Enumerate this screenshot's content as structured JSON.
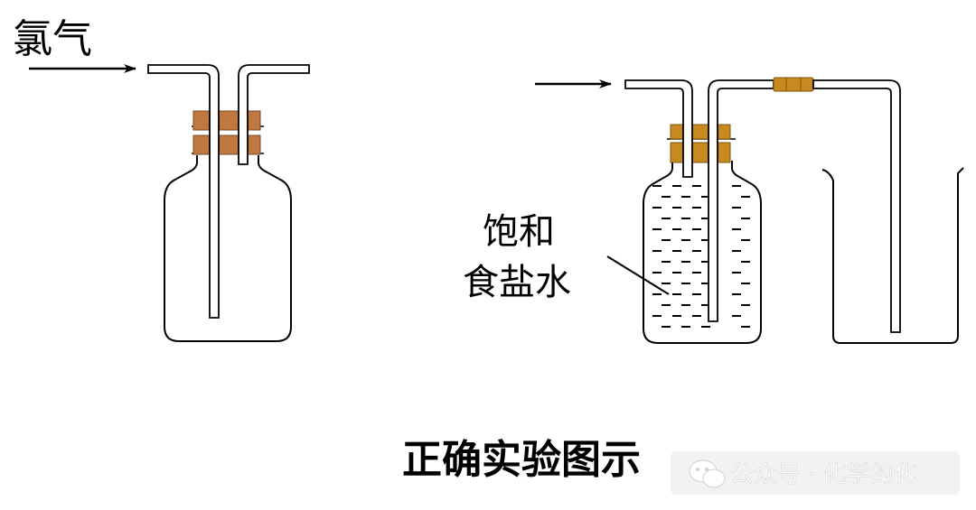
{
  "labels": {
    "gas": "氯气",
    "solution_line1": "饱和",
    "solution_line2": "食盐水",
    "caption": "正确实验图示"
  },
  "watermark": {
    "text": "公众号 · 化学的化",
    "icon": "wechat-icon"
  },
  "colors": {
    "stopper_left": "#c07840",
    "stopper_right": "#c88a1e",
    "connector": "#c88a1e",
    "line": "#000000",
    "background": "#ffffff",
    "watermark_bg": "#e6e6e6"
  }
}
